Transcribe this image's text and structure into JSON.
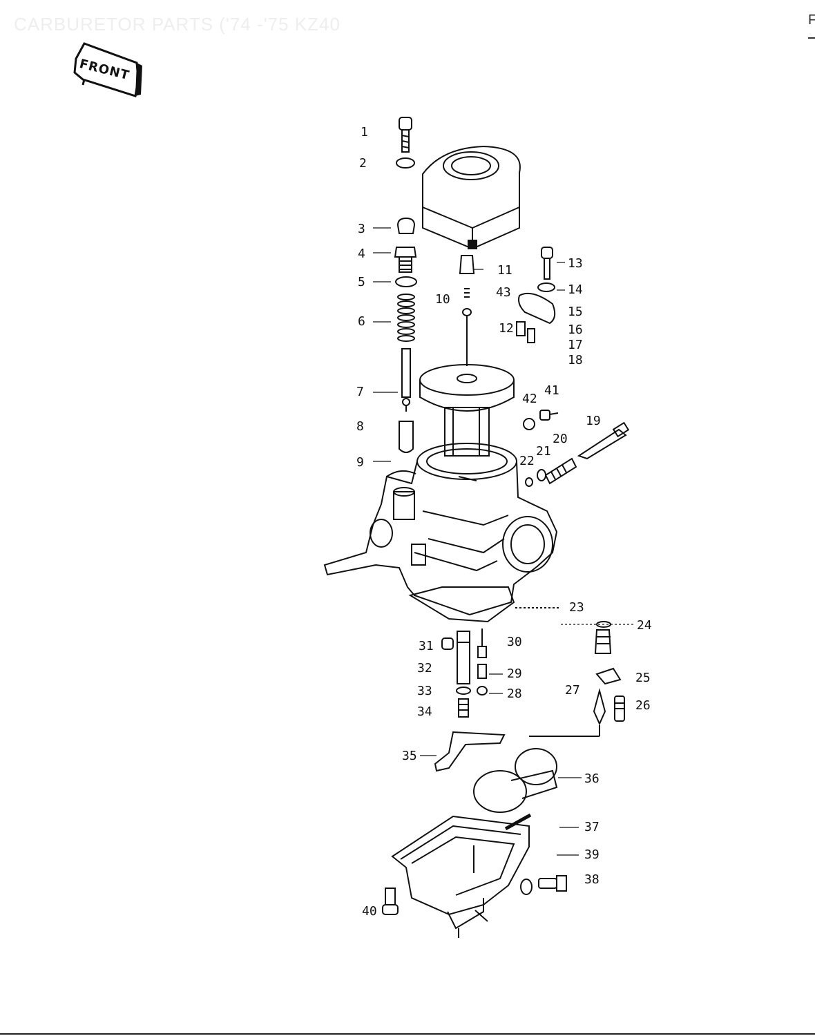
{
  "header": {
    "title": "CARBURETOR PARTS ('74 -'75 KZ40",
    "corner_letter": "F",
    "front_badge_label": "FRONT"
  },
  "callouts": [
    "1",
    "2",
    "3",
    "4",
    "5",
    "6",
    "7",
    "8",
    "9",
    "10",
    "11",
    "12",
    "13",
    "14",
    "15",
    "16",
    "17",
    "18",
    "19",
    "20",
    "21",
    "22",
    "23",
    "24",
    "25",
    "26",
    "27",
    "28",
    "29",
    "30",
    "31",
    "32",
    "33",
    "34",
    "35",
    "36",
    "37",
    "38",
    "39",
    "40",
    "41",
    "42",
    "43"
  ]
}
